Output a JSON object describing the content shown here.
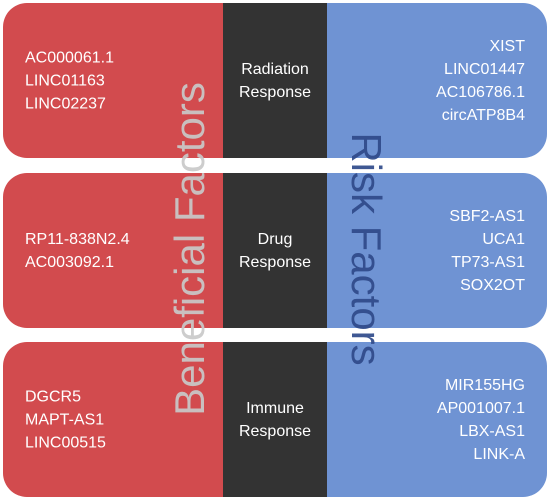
{
  "colors": {
    "beneficial": "#d24b4e",
    "response": "#333333",
    "risk": "#6f93d3",
    "beneficial_label": "#c9c9c9",
    "risk_label": "#2f4a8a"
  },
  "labels": {
    "beneficial": "Beneficial Factors",
    "risk": "Risk Factors"
  },
  "rows": [
    {
      "response": [
        "Radiation",
        "Response"
      ],
      "beneficial": [
        "AC000061.1",
        "LINC01163",
        "LINC02237"
      ],
      "risk": [
        "XIST",
        "LINC01447",
        "AC106786.1",
        "circATP8B4"
      ]
    },
    {
      "response": [
        "Drug",
        "Response"
      ],
      "beneficial": [
        "RP11-838N2.4",
        "AC003092.1"
      ],
      "risk": [
        "SBF2-AS1",
        "UCA1",
        "TP73-AS1",
        "SOX2OT"
      ]
    },
    {
      "response": [
        "Immune",
        "Response"
      ],
      "beneficial": [
        "DGCR5",
        "MAPT-AS1",
        "LINC00515"
      ],
      "risk": [
        "MIR155HG",
        "AP001007.1",
        "LBX-AS1",
        "LINK-A"
      ]
    }
  ]
}
